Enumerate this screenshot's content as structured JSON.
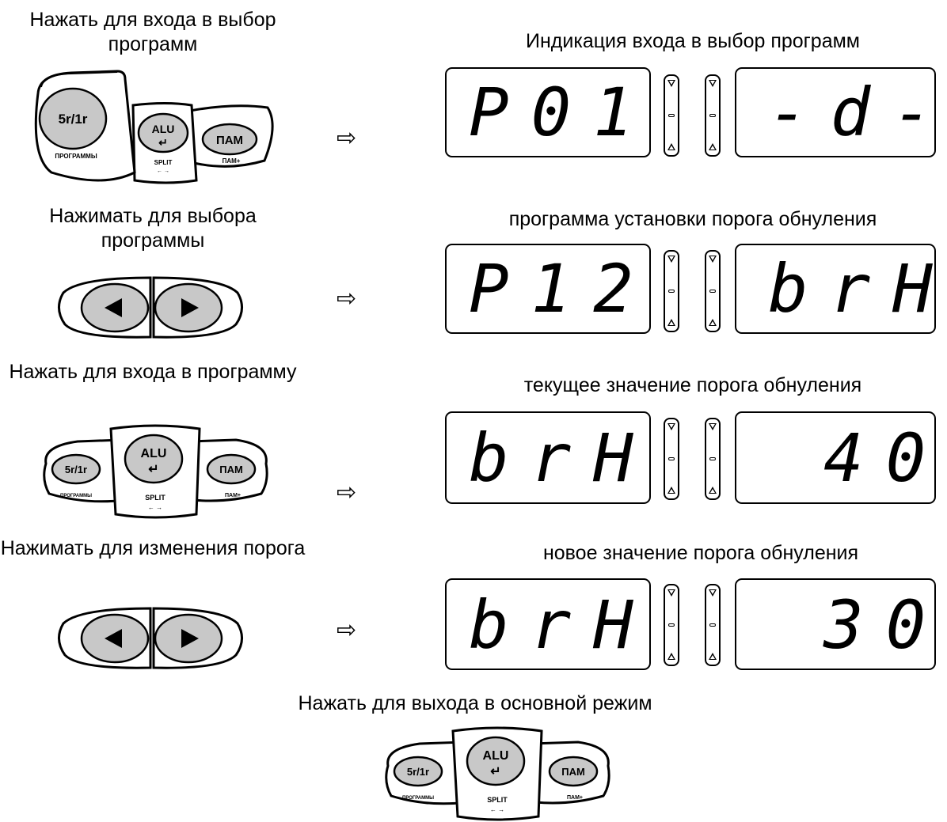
{
  "steps": [
    {
      "instruction": "Нажать для входа в выбор программ",
      "arrow": "⇨",
      "indication": "Индикация входа в выбор программ",
      "display_left": "P01",
      "display_right": "-d-"
    },
    {
      "instruction": "Нажимать для выбора программы",
      "arrow": "⇨",
      "indication": "программа установки порога обнуления",
      "display_left": "P12",
      "display_right": "brH"
    },
    {
      "instruction": "Нажать для входа в программу",
      "arrow": "⇨",
      "indication": "текущее значение порога обнуления",
      "display_left": "brH",
      "display_right": "40"
    },
    {
      "instruction": "Нажимать для изменения порога",
      "arrow": "⇨",
      "indication": "новое значение порога обнуления",
      "display_left": "brH",
      "display_right": "30"
    }
  ],
  "final_instruction": "Нажать для выхода в основной режим",
  "keys": {
    "sr": "5r/1r",
    "programs": "ПРОГРАММЫ",
    "alu": "ALU",
    "enter_symbol": "↵",
    "split": "SPLIT",
    "split_arrows": "← →",
    "pam": "ПАМ",
    "pam_plus": "ПАМ+"
  }
}
